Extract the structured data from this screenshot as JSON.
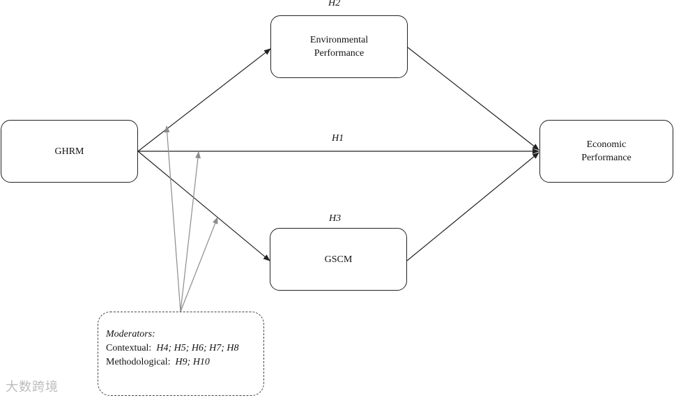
{
  "nodes": {
    "ghrm": "GHRM",
    "env_line1": "Environmental",
    "env_line2": "Performance",
    "econ_line1": "Economic",
    "econ_line2": "Performance",
    "gscm": "GSCM"
  },
  "hypotheses": {
    "h1": "H1",
    "h2": "H2",
    "h3": "H3"
  },
  "moderators": {
    "title": "Moderators:",
    "contextual_label": "Contextual:",
    "contextual_values": "H4; H5; H6; H7; H8",
    "methodological_label": "Methodological:",
    "methodological_values": "H9; H10"
  },
  "watermark": "大数跨境",
  "colors": {
    "arrow": "#222222",
    "moderator_arrow": "#8c8c8c"
  }
}
